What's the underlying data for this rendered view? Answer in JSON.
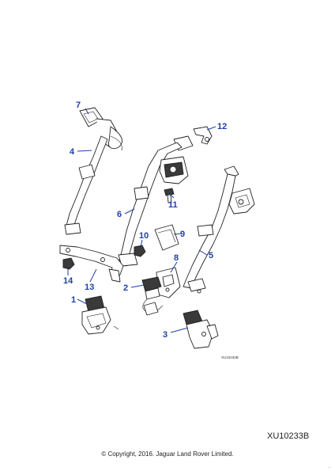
{
  "diagram": {
    "callouts": [
      "7",
      "12",
      "4",
      "11",
      "6",
      "10",
      "9",
      "8",
      "5",
      "2",
      "14",
      "13",
      "1",
      "3"
    ],
    "small_code": "XU10233B",
    "reference_code": "XU10233B",
    "copyright": "© Copyright, 2016. Jaguar Land Rover Limited.",
    "corner_mark": "ـ"
  }
}
